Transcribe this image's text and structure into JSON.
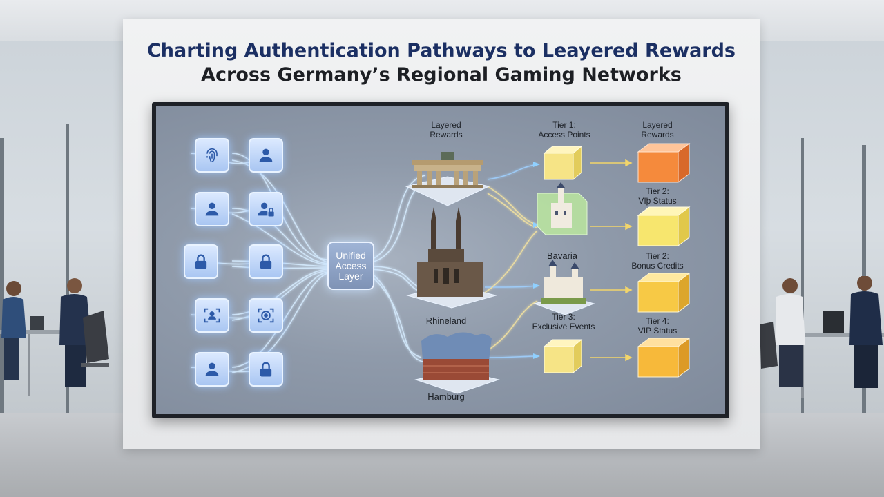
{
  "title": {
    "line1_part1": "Charting ",
    "line1_part2": "Authentication Pathways",
    "line1_part3": " to Leayered Rewards",
    "line2": "Across Germany’s Regional Gaming Networks"
  },
  "hub": {
    "line1": "Unified",
    "line2": "Access",
    "line3": "Layer"
  },
  "regions": {
    "top": {
      "line1": "Layered",
      "line2": "Rewards"
    },
    "bavaria": "Bavaria",
    "rhineland": "Rhineland",
    "hamburg": "Hamburg"
  },
  "tiers": {
    "tier1": {
      "line1": "Tier 1:",
      "line2": "Access Points"
    },
    "top_reward": {
      "line1": "Layered",
      "line2": "Rewards"
    },
    "tier2_vip": {
      "line1": "Tier 2:",
      "line2": "VIþ Status"
    },
    "tier2_bonus": {
      "line1": "Tier 2:",
      "line2": "Bonus Credits"
    },
    "tier3": {
      "line1": "Tier 3:",
      "line2": "Exclusive Events"
    },
    "tier4": {
      "line1": "Tier 4:",
      "line2": "VIP Status"
    }
  },
  "icons": [
    "fingerprint-icon",
    "user-icon",
    "user-icon",
    "user-lock-icon",
    "lock-icon",
    "lock-icon",
    "face-scan-icon",
    "target-icon",
    "user-icon",
    "lock-icon"
  ],
  "colors": {
    "title_accent": "#1b2f63",
    "flow_line": "#cfe6ff",
    "cube_yellow": "#f5e27a",
    "cube_gold": "#f7c945",
    "cube_orange": "#f58a3c"
  }
}
